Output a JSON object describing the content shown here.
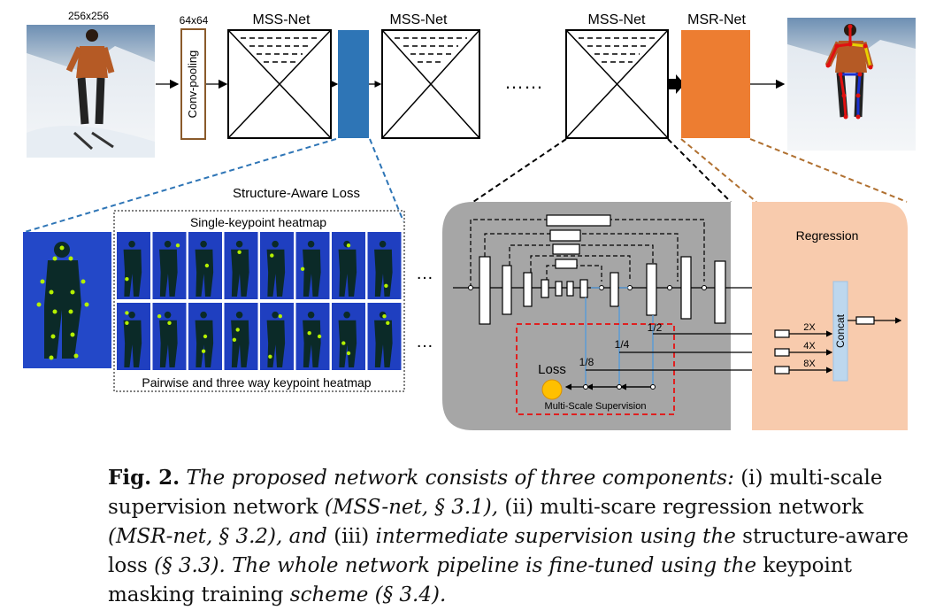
{
  "labels": {
    "input_size": "256x256",
    "conv_size": "64x64",
    "conv_pooling": "Conv-pooling",
    "mss_net": "MSS-Net",
    "msr_net": "MSR-Net",
    "dots": "……",
    "structure_aware_loss": "Structure-Aware Loss",
    "single_keypoint_heatmap": "Single-keypoint heatmap",
    "pairwise_heatmap": "Pairwise and three way keypoint heatmap",
    "regression": "Regression",
    "concat": "Concat",
    "loss": "Loss",
    "multi_scale_supervision": "Multi-Scale Supervision",
    "scale_half": "1/2",
    "scale_quarter": "1/4",
    "scale_eighth": "1/8",
    "up_2x": "2X",
    "up_4x": "4X",
    "up_8x": "8X",
    "hdots": "…"
  },
  "caption": {
    "fig": "Fig. 2.",
    "p1": "The proposed network consists of three components:",
    "p2": "(i) multi-scale supervision network",
    "p3": "(MSS-net, § 3.1),",
    "p4": "(ii) multi-scare regression network",
    "p5": "(MSR-net, § 3.2), and",
    "p6": "(iii)",
    "p7": "intermediate supervision using the",
    "p8": "structure-aware loss",
    "p9": "(§ 3.3). The whole network pipeline is fine-tuned using the",
    "p10": "keypoint masking training",
    "p11": "scheme",
    "p12": "(§ 3.4)."
  },
  "colors": {
    "blue_block": "#2e75b6",
    "orange_block": "#ed7d31",
    "gray_panel": "#a6a6a6",
    "peach_panel": "#f8cbad",
    "red_dashed": "#e02020",
    "concat_blue": "#bdd7ee",
    "loss_circle": "#ffc000",
    "heatmap_blue": "#1f3fc0"
  }
}
